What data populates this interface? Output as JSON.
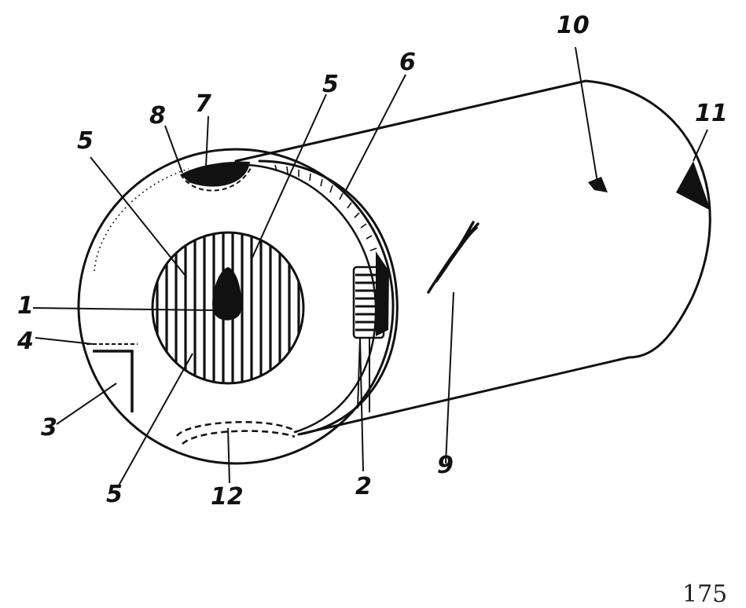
{
  "labels": {
    "l1": "1",
    "l2": "2",
    "l3": "3",
    "l4": "4",
    "l5a": "5",
    "l5b": "5",
    "l5c": "5",
    "l6": "6",
    "l7": "7",
    "l8": "8",
    "l9": "9",
    "l10": "10",
    "l11": "11",
    "l12": "12"
  },
  "page_number": "175",
  "colors": {
    "ink": "#111111",
    "paper": "#ffffff"
  }
}
